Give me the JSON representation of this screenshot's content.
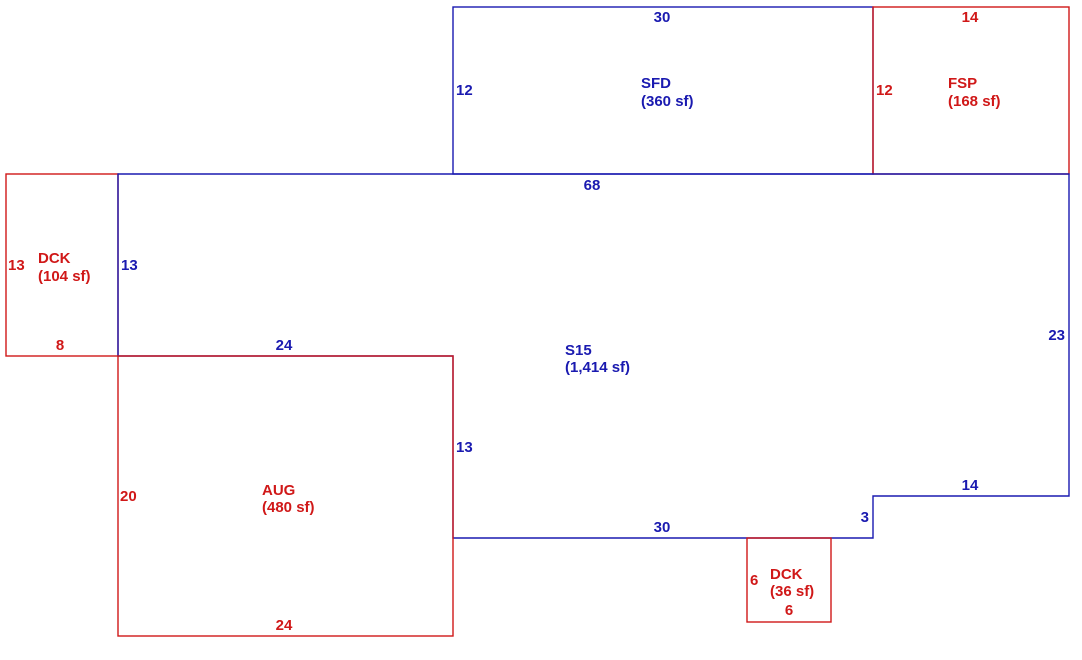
{
  "colors": {
    "main": "#1a1ab0",
    "addition": "#d01818"
  },
  "areas": {
    "sfd": {
      "code": "SFD",
      "area": "(360 sf)"
    },
    "fsp": {
      "code": "FSP",
      "area": "(168 sf)"
    },
    "dck1": {
      "code": "DCK",
      "area": "(104 sf)"
    },
    "s15": {
      "code": "S15",
      "area": "(1,414 sf)"
    },
    "aug": {
      "code": "AUG",
      "area": "(480 sf)"
    },
    "dck2": {
      "code": "DCK",
      "area": "(36 sf)"
    }
  },
  "dimensions": {
    "sfd_top": "30",
    "sfd_left": "12",
    "fsp_top": "14",
    "fsp_left": "12",
    "dck1_left": "13",
    "dck1_bottom": "8",
    "s15_top": "68",
    "s15_left": "13",
    "s15_inner_top": "24",
    "s15_step": "13",
    "s15_right": "23",
    "s15_right_bottom": "14",
    "s15_notch": "3",
    "s15_bottom": "30",
    "aug_left": "20",
    "aug_bottom": "24",
    "dck2_left": "6",
    "dck2_bottom": "6"
  }
}
